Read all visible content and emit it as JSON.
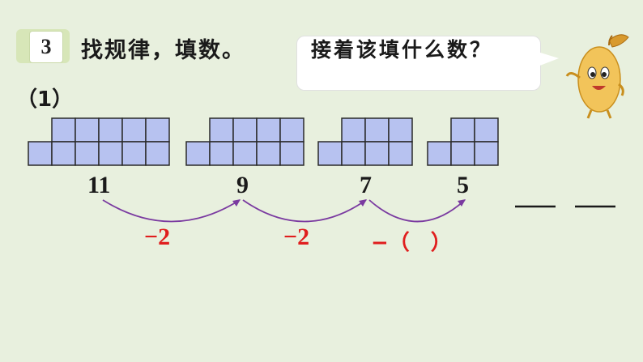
{
  "problem_number": "3",
  "title": "找规律，填数。",
  "part_label": "（1）",
  "speech_bubble": "接着该填什么数？",
  "sequence": [
    "11",
    "9",
    "7",
    "5"
  ],
  "differences": [
    "−2",
    "−2",
    "−（　）"
  ],
  "colors": {
    "background": "#e8f0de",
    "block_fill": "#b7c2f0",
    "block_stroke": "#2a2a2a",
    "arc": "#7a3aa0",
    "difference_text": "#e01e1e"
  },
  "icons": [
    "mascot-icon"
  ]
}
